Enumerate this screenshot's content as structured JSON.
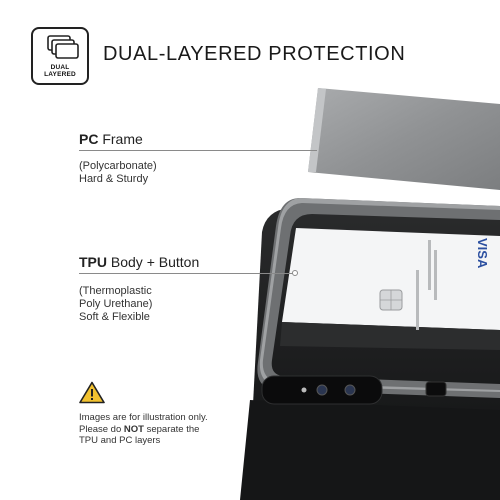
{
  "badge": {
    "icon": "layered-cards-icon",
    "line1": "DUAL",
    "line2": "LAYERED"
  },
  "headline": "DUAL-LAYERED PROTECTION",
  "pc": {
    "title_bold": "PC",
    "title_rest": "Frame",
    "desc_line1": "(Polycarbonate)",
    "desc_line2": "Hard & Sturdy"
  },
  "tpu": {
    "title_bold": "TPU",
    "title_rest": "Body + Button",
    "desc_line1": "(Thermoplastic",
    "desc_line2": "Poly Urethane)",
    "desc_line3": "Soft & Flexible"
  },
  "warning": {
    "icon": "warning-triangle-icon",
    "line1": "Images are for illustration only.",
    "line2_pre": "Please do",
    "line2_bold": "NOT",
    "line2_post": "separate the",
    "line3": "TPU and PC layers"
  },
  "card": {
    "brand": "VISA"
  },
  "colors": {
    "pc_frame": "#8e9092",
    "tpu_body": "#1b1c1d",
    "rule": "#8a8a8a",
    "warning_fill": "#f2c230"
  }
}
